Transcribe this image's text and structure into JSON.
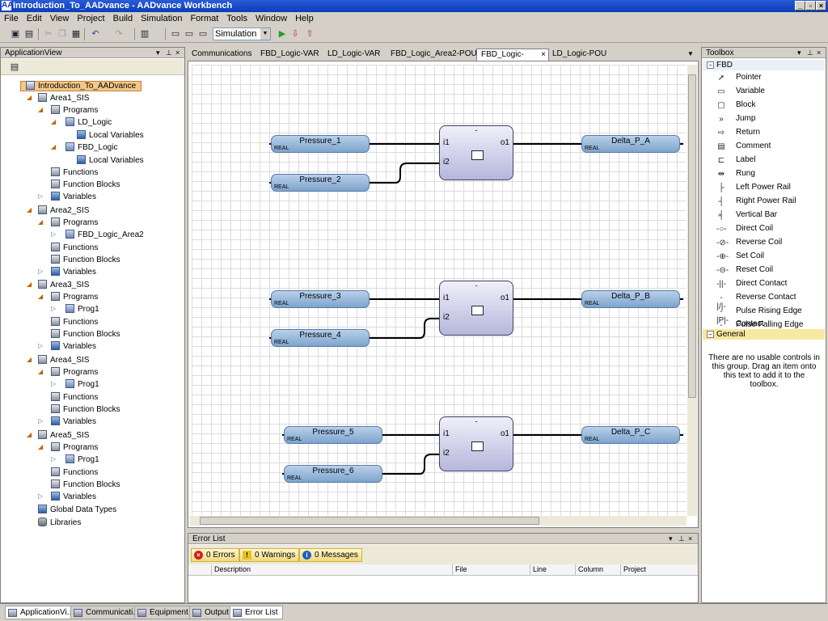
{
  "window": {
    "title": "Introduction_To_AADvance - AADvance Workbench",
    "app_icon": "AA"
  },
  "menu": [
    "File",
    "Edit",
    "View",
    "Project",
    "Build",
    "Simulation",
    "Format",
    "Tools",
    "Window",
    "Help"
  ],
  "toolbar": {
    "mode": "Simulation",
    "icons": [
      "save-icon",
      "save-all-icon",
      "cut-icon",
      "copy-icon",
      "paste-icon",
      "undo-icon",
      "redo-icon",
      "build-icon",
      "connect-icon",
      "disconnect-icon",
      "monitor-icon",
      "run-icon",
      "download-icon",
      "upload-icon"
    ]
  },
  "app_view": {
    "title": "ApplicationView",
    "root": "Introduction_To_AADvance",
    "nodes": [
      {
        "label": "Area1_SIS"
      },
      {
        "label": "Programs"
      },
      {
        "label": "LD_Logic"
      },
      {
        "label": "Local Variables"
      },
      {
        "label": "FBD_Logic"
      },
      {
        "label": "Local Variables"
      },
      {
        "label": "Functions"
      },
      {
        "label": "Function Blocks"
      },
      {
        "label": "Variables"
      },
      {
        "label": "Area2_SIS"
      },
      {
        "label": "Programs"
      },
      {
        "label": "FBD_Logic_Area2"
      },
      {
        "label": "Functions"
      },
      {
        "label": "Function Blocks"
      },
      {
        "label": "Variables"
      },
      {
        "label": "Area3_SIS"
      },
      {
        "label": "Programs"
      },
      {
        "label": "Prog1"
      },
      {
        "label": "Functions"
      },
      {
        "label": "Function Blocks"
      },
      {
        "label": "Variables"
      },
      {
        "label": "Area4_SIS"
      },
      {
        "label": "Programs"
      },
      {
        "label": "Prog1"
      },
      {
        "label": "Functions"
      },
      {
        "label": "Function Blocks"
      },
      {
        "label": "Variables"
      },
      {
        "label": "Area5_SIS"
      },
      {
        "label": "Programs"
      },
      {
        "label": "Prog1"
      },
      {
        "label": "Functions"
      },
      {
        "label": "Function Blocks"
      },
      {
        "label": "Variables"
      },
      {
        "label": "Global Data Types"
      },
      {
        "label": "Libraries"
      }
    ]
  },
  "doc_tabs": [
    {
      "label": "Communications"
    },
    {
      "label": "FBD_Logic-VAR"
    },
    {
      "label": "LD_Logic-VAR"
    },
    {
      "label": "FBD_Logic_Area2-POU"
    },
    {
      "label": "FBD_Logic-POU*"
    },
    {
      "label": "LD_Logic-POU"
    }
  ],
  "diagram": {
    "blocks": [
      {
        "type": "-",
        "in1": "i1",
        "in2": "i2",
        "out": "o1",
        "input_a": "Pressure_1",
        "input_b": "Pressure_2",
        "output": "Delta_P_A",
        "dtype": "REAL"
      },
      {
        "type": "-",
        "in1": "i1",
        "in2": "i2",
        "out": "o1",
        "input_a": "Pressure_3",
        "input_b": "Pressure_4",
        "output": "Delta_P_B",
        "dtype": "REAL"
      },
      {
        "type": "-",
        "in1": "i1",
        "in2": "i2",
        "out": "o1",
        "input_a": "Pressure_5",
        "input_b": "Pressure_6",
        "output": "Delta_P_C",
        "dtype": "REAL"
      }
    ]
  },
  "error_list": {
    "title": "Error List",
    "errors": "0 Errors",
    "warnings": "0 Warnings",
    "messages": "0 Messages",
    "columns": [
      "Description",
      "File",
      "Line",
      "Column",
      "Project"
    ]
  },
  "toolbox": {
    "title": "Toolbox",
    "group_fbd": "FBD",
    "items": [
      {
        "label": "Pointer",
        "icon": "pointer-icon"
      },
      {
        "label": "Variable",
        "icon": "variable-icon"
      },
      {
        "label": "Block",
        "icon": "block-icon"
      },
      {
        "label": "Jump",
        "icon": "jump-icon"
      },
      {
        "label": "Return",
        "icon": "return-icon"
      },
      {
        "label": "Comment",
        "icon": "comment-icon"
      },
      {
        "label": "Label",
        "icon": "label-icon"
      },
      {
        "label": "Rung",
        "icon": "rung-icon"
      },
      {
        "label": "Left Power Rail",
        "icon": "left-power-rail-icon"
      },
      {
        "label": "Right Power Rail",
        "icon": "right-power-rail-icon"
      },
      {
        "label": "Vertical Bar",
        "icon": "vertical-bar-icon"
      },
      {
        "label": "Direct Coil",
        "icon": "direct-coil-icon"
      },
      {
        "label": "Reverse Coil",
        "icon": "reverse-coil-icon"
      },
      {
        "label": "Set Coil",
        "icon": "set-coil-icon"
      },
      {
        "label": "Reset Coil",
        "icon": "reset-coil-icon"
      },
      {
        "label": "Direct Contact",
        "icon": "direct-contact-icon"
      },
      {
        "label": "Reverse Contact",
        "icon": "reverse-contact-icon"
      },
      {
        "label": "Pulse Rising Edge Contact",
        "icon": "pulse-rising-edge-contact-icon"
      },
      {
        "label": "Pulse Falling Edge Contact",
        "icon": "pulse-falling-edge-contact-icon"
      }
    ],
    "group_general": "General",
    "general_text": "There are no usable controls in this group. Drag an item onto this text to add it to the toolbox."
  },
  "bottom_tabs": [
    {
      "label": "ApplicationVi..."
    },
    {
      "label": "Communicati..."
    },
    {
      "label": "Equipment"
    },
    {
      "label": "Output"
    },
    {
      "label": "Error List"
    }
  ]
}
